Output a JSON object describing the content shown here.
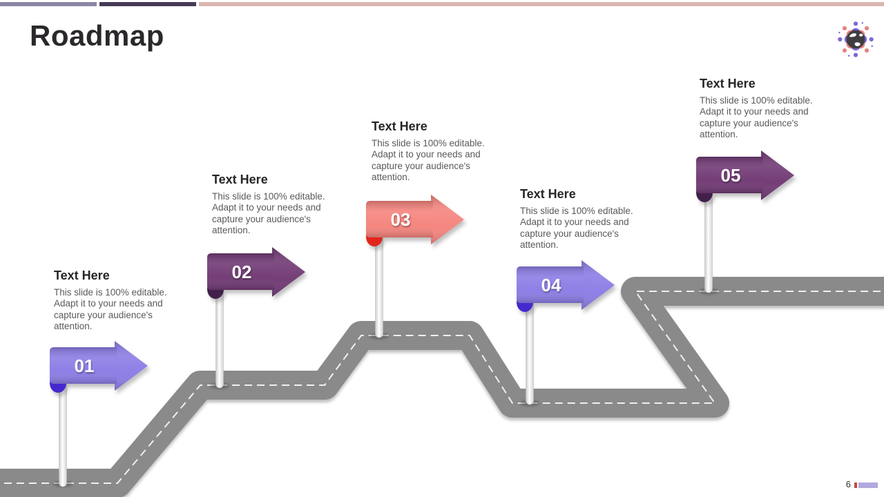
{
  "slide": {
    "title": "Roadmap",
    "page_number": "6"
  },
  "top_bar": {
    "segments": [
      "#8C86A6",
      "#463A56",
      "#DBB7B1"
    ]
  },
  "logo": {
    "label": "people-around-globe-logo"
  },
  "road": {
    "color": "#8A8A8A",
    "dash_color": "#F0F0F0"
  },
  "footer": {
    "bar_colors": [
      "#BF4A43",
      "#B2A8DC"
    ]
  },
  "milestones": [
    {
      "number": "01",
      "title": "Text Here",
      "description": "This slide is 100% editable. Adapt it to your needs and capture your audience's attention.",
      "colors": {
        "body": "#8B7DE5",
        "curl": "#4629CE"
      }
    },
    {
      "number": "02",
      "title": "Text Here",
      "description": "This slide is 100% editable. Adapt it to your needs and capture your audience's attention.",
      "colors": {
        "body": "#713A74",
        "curl": "#41204A"
      }
    },
    {
      "number": "03",
      "title": "Text Here",
      "description": "This slide is 100% editable. Adapt it to your needs and capture your audience's attention.",
      "colors": {
        "body": "#F5847D",
        "curl": "#E2251C"
      }
    },
    {
      "number": "04",
      "title": "Text Here",
      "description": "This slide is 100% editable. Adapt it to your needs and capture your audience's attention.",
      "colors": {
        "body": "#8B7DE5",
        "curl": "#4629CE"
      }
    },
    {
      "number": "05",
      "title": "Text Here",
      "description": "This slide is 100% editable. Adapt it to your needs and capture your audience's attention.",
      "colors": {
        "body": "#713A74",
        "curl": "#41204A"
      }
    }
  ]
}
